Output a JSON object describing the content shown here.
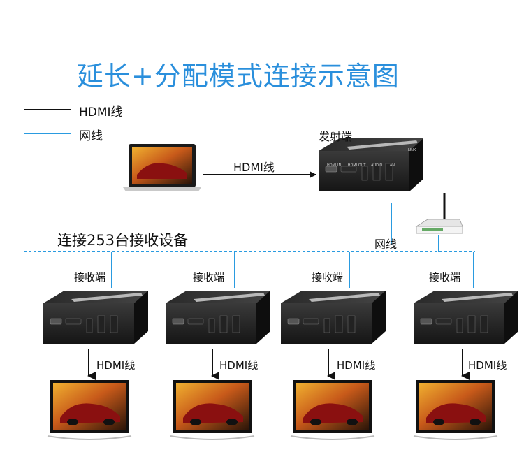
{
  "title": "延长+分配模式连接示意图",
  "legend": [
    {
      "label": "HDMI线",
      "color": "#111111"
    },
    {
      "label": "网线",
      "color": "#2a9be0"
    }
  ],
  "transmitter": {
    "label": "发射端"
  },
  "top_link_label": "HDMI线",
  "network_label": "网线",
  "capacity_label": "连接253台接收设备",
  "receivers": [
    {
      "label": "接收端",
      "link_label": "HDMI线"
    },
    {
      "label": "接收端",
      "link_label": "HDMI线"
    },
    {
      "label": "接收端",
      "link_label": "HDMI线"
    },
    {
      "label": "接收端",
      "link_label": "HDMI线"
    }
  ],
  "device_text": {
    "port1": "HDMI IN",
    "port2": "HDMI OUT",
    "port3": "AUDIO",
    "port4": "LAN",
    "brand": "LINK"
  }
}
